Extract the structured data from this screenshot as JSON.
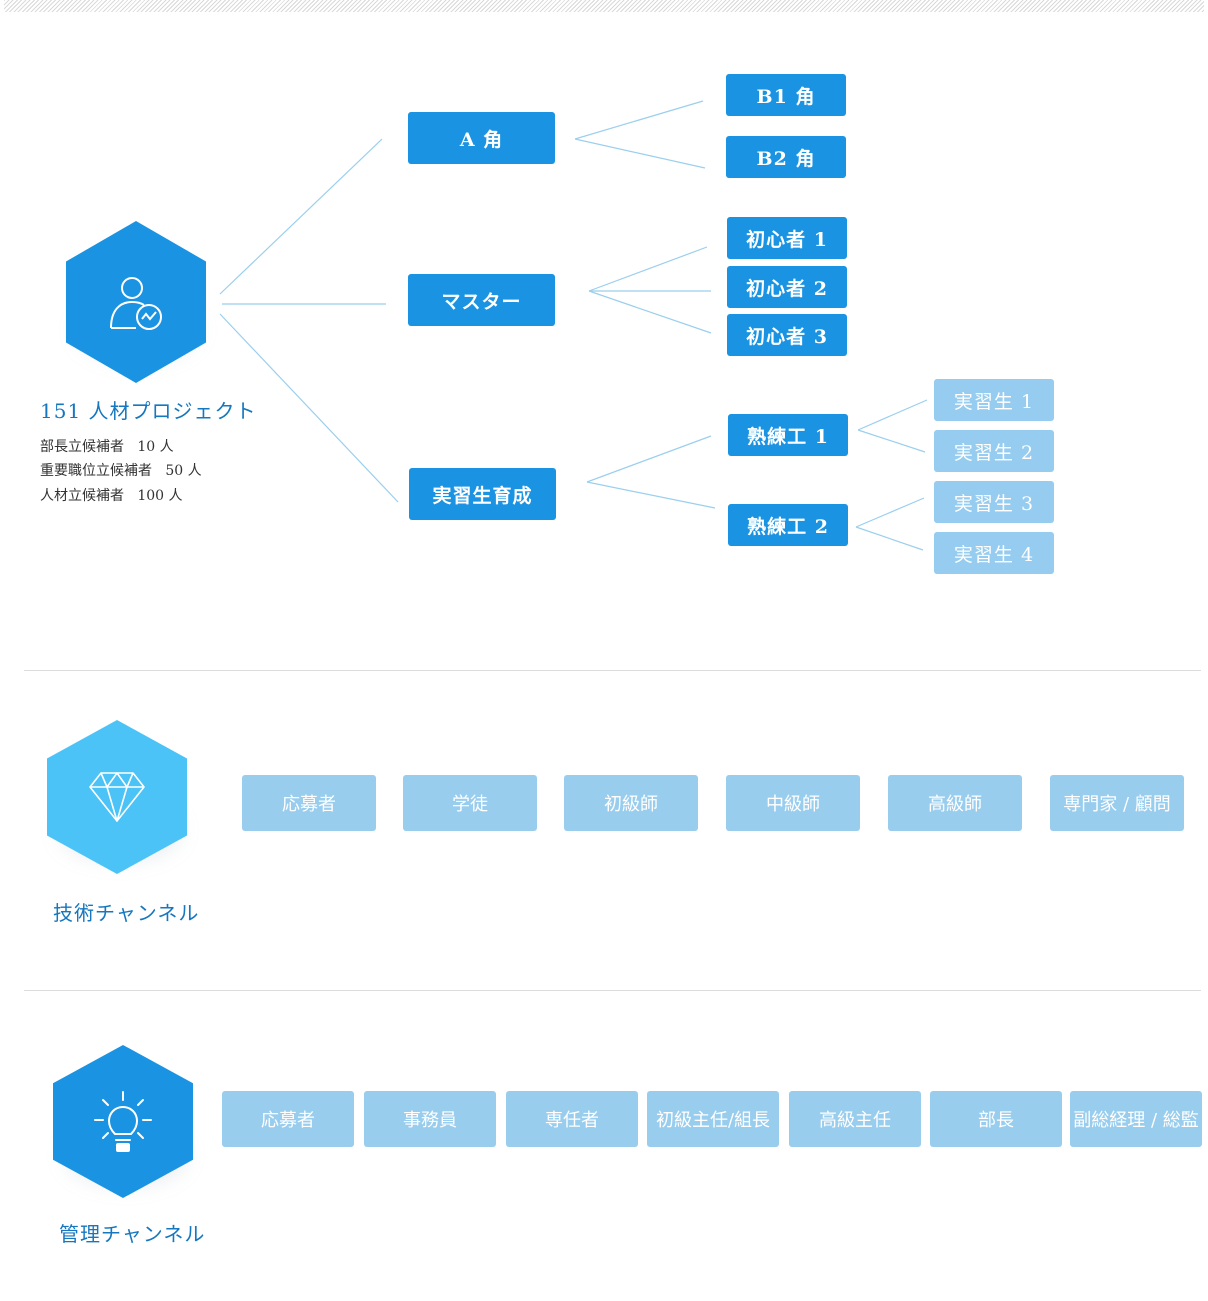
{
  "project": {
    "title": "151 人材プロジェクト",
    "stats": [
      {
        "label": "部長立候補者",
        "value": "10 人"
      },
      {
        "label": "重要職位立候補者",
        "value": "50 人"
      },
      {
        "label": "人材立候補者",
        "value": "100 人"
      }
    ]
  },
  "tree": {
    "level1": [
      "A 角",
      "マスター",
      "実習生育成"
    ],
    "a_children": [
      "B1 角",
      "B2 角"
    ],
    "master_children": [
      "初心者 1",
      "初心者 2",
      "初心者 3"
    ],
    "trainee_children": [
      "熟練工 1",
      "熟練工 2"
    ],
    "skilled1_children": [
      "実習生 1",
      "実習生 2"
    ],
    "skilled2_children": [
      "実習生 3",
      "実習生 4"
    ]
  },
  "tech_channel": {
    "title": "技術チャンネル",
    "steps": [
      "応募者",
      "学徒",
      "初級師",
      "中級師",
      "高級師",
      "専門家 / 顧問"
    ]
  },
  "mgmt_channel": {
    "title": "管理チャンネル",
    "steps": [
      "応募者",
      "事務員",
      "専任者",
      "初級主任/組長",
      "高級主任",
      "部長",
      "副総経理 / 総監"
    ]
  },
  "colors": {
    "primary": "#1a93e2",
    "light": "#99cdee",
    "cyan": "#4cc3f6",
    "line": "#9bcfee",
    "text_blue": "#1577bf"
  },
  "icons": {
    "project": "user-chart-icon",
    "tech": "diamond-icon",
    "mgmt": "lightbulb-icon"
  }
}
